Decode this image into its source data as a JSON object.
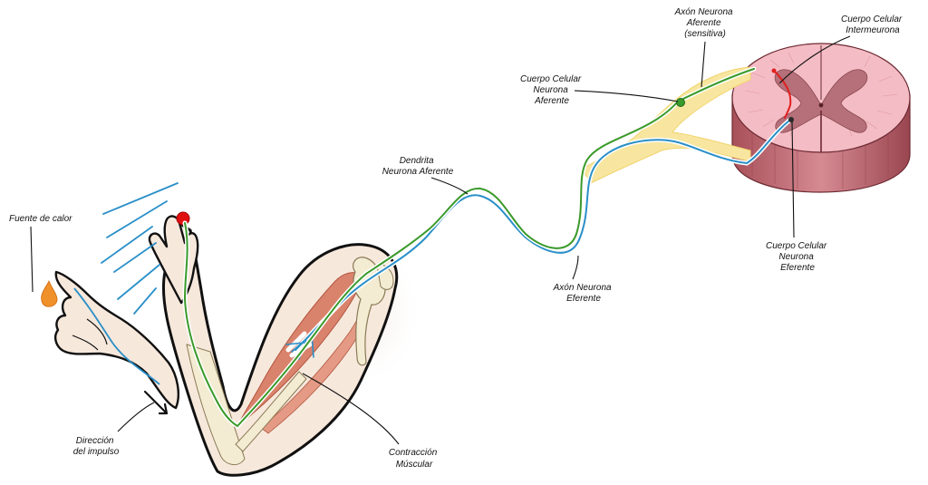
{
  "labels": {
    "heat_source": "Fuente de calor",
    "impulse_direction": [
      "Dirección",
      "del impulso"
    ],
    "afferent_dendrite": [
      "Dendrita",
      "Neurona Aferente"
    ],
    "efferent_axon": [
      "Axón Neurona",
      "Eferente"
    ],
    "muscle_contraction": [
      "Contracción",
      "Múscular"
    ],
    "afferent_cell_body": [
      "Cuerpo Celular",
      "Neurona",
      "Aferente"
    ],
    "afferent_axon": [
      "Axón Neurona",
      "Aferente",
      "(sensitiva)"
    ],
    "interneuron_cell_body": [
      "Cuerpo Celular",
      "Intermeurona"
    ],
    "efferent_cell_body": [
      "Cuerpo Celular",
      "Neurona",
      "Eferente"
    ]
  },
  "colors": {
    "afferent_neuron": "#3a9a2a",
    "efferent_neuron": "#2a8fc8",
    "interneuron": "#e02020",
    "skin": "#f5e6d8",
    "skin_shade": "#ead3bf",
    "muscle": "#d8806a",
    "bone": "#f2ead0",
    "nerve_root": "#f7e59a",
    "spinal_cord_white": "#f2b8c0",
    "spinal_cord_gray": "#b8707a",
    "flame": "#f0902a",
    "stimulus_point": "#e01010",
    "heat_waves": "#2a8fc8"
  }
}
